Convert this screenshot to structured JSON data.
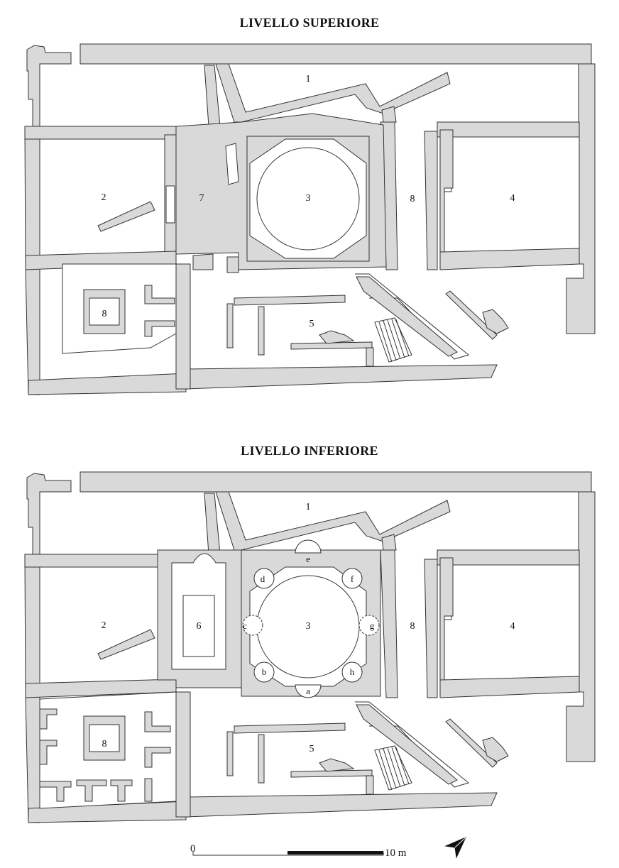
{
  "titles": {
    "upper": "LIVELLO SUPERIORE",
    "lower": "LIVELLO INFERIORE"
  },
  "upper_rooms": {
    "r1": "1",
    "r2": "2",
    "r3": "3",
    "r4": "4",
    "r5": "5",
    "r7": "7",
    "r8a": "8",
    "r8b": "8"
  },
  "lower_rooms": {
    "r1": "1",
    "r2": "2",
    "r3": "3",
    "r4": "4",
    "r5": "5",
    "r6": "6",
    "r8a": "8",
    "r8b": "8"
  },
  "niches": [
    "a",
    "b",
    "c",
    "d",
    "e",
    "f",
    "g",
    "h"
  ],
  "scale": {
    "start": "0",
    "end": "10 m"
  },
  "icons": {
    "north": "north-arrow-icon"
  }
}
